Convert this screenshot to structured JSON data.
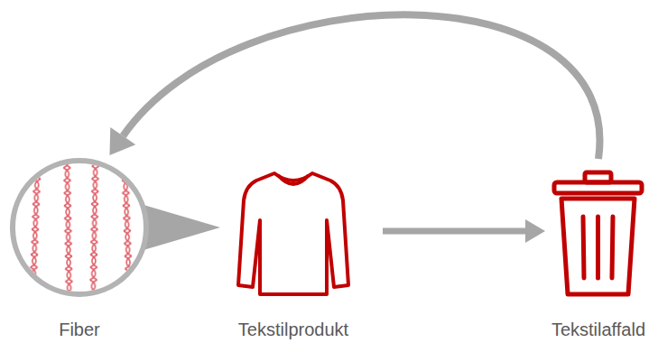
{
  "diagram": {
    "nodes": [
      {
        "text": [
          "Fiber"
        ]
      },
      {
        "text": [
          "Tekstilprodukt"
        ]
      },
      {
        "text": [
          "Tekstilaffald"
        ]
      }
    ],
    "edges": [
      {
        "from": 0,
        "to": 1,
        "arrow": "to"
      },
      {
        "from": 1,
        "to": 2,
        "arrow": "to"
      },
      {
        "from": 2,
        "to": 0,
        "arrow": "to"
      }
    ]
  }
}
